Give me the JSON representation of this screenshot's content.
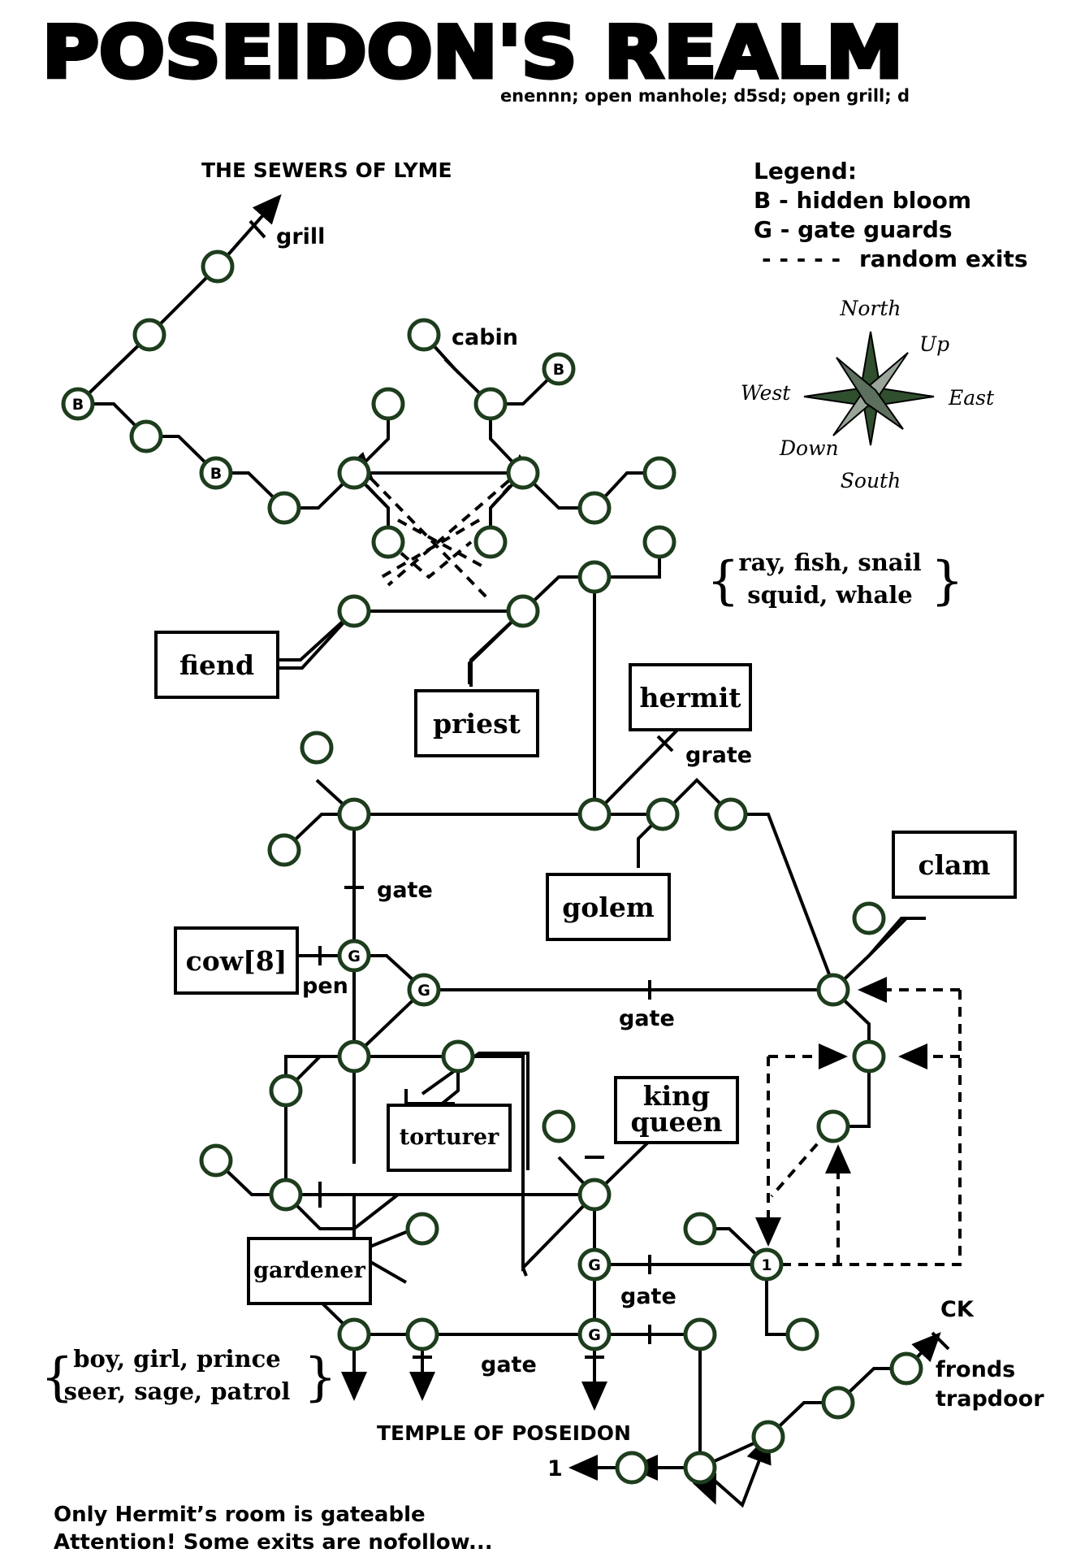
{
  "title": "POSEIDON'S REALM",
  "route": "enennn; open manhole; d5sd; open grill; d",
  "legend": {
    "heading": "Legend:",
    "b": "B - hidden bloom",
    "g": "G - gate guards",
    "dash": "- - - - -",
    "dash_text": "random exits"
  },
  "compass": {
    "north": "North",
    "south": "South",
    "east": "East",
    "west": "West",
    "up": "Up",
    "down": "Down"
  },
  "labels": {
    "sewers": "THE SEWERS OF LYME",
    "grill": "grill",
    "cabin": "cabin",
    "grate": "grate",
    "gate": "gate",
    "pen": "pen",
    "temple": "TEMPLE OF POSEIDON",
    "ck": "CK",
    "fronds": "fronds",
    "trapdoor": "trapdoor",
    "one": "1",
    "b": "B",
    "g": "G"
  },
  "boxes": {
    "fiend": "fiend",
    "priest": "priest",
    "hermit": "hermit",
    "golem": "golem",
    "clam": "clam",
    "cow": "cow[8]",
    "torturer": "torturer",
    "king": "king",
    "queen": "queen",
    "gardener": "gardener"
  },
  "groups": {
    "sea_1": "ray, fish, snail",
    "sea_2": "squid, whale",
    "people_1": "boy, girl, prince",
    "people_2": "seer, sage, patrol"
  },
  "notes": {
    "line1": "Only Hermit’s room is gateable",
    "line2": "Attention! Some exits are nofollow..."
  }
}
